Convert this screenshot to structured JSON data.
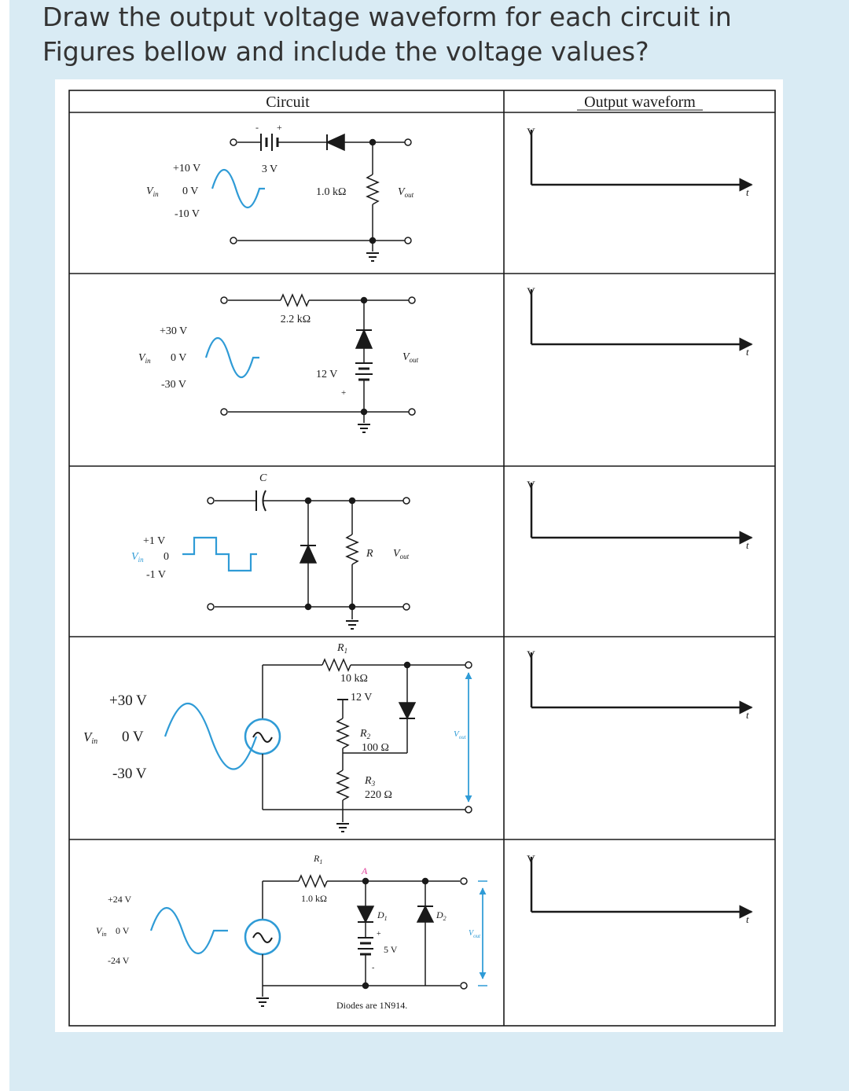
{
  "question": {
    "line1": "Draw the output voltage waveform for each circuit in",
    "line2": "Figures bellow and include the voltage values?"
  },
  "table": {
    "col_circuit": "Circuit",
    "col_output": "Output waveform"
  },
  "axes": {
    "y_label": "V",
    "x_label": "t"
  },
  "rows": [
    {
      "amp_pos": "+10 V",
      "amp_zero": "0 V",
      "amp_neg": "-10 V",
      "vin": "V",
      "vin_sub": "in",
      "battery": "3 V",
      "battery_minus": "-",
      "battery_plus": "+",
      "resistor": "1.0 kΩ",
      "vout": "V",
      "vout_sub": "out"
    },
    {
      "amp_pos": "+30 V",
      "amp_zero": "0 V",
      "amp_neg": "-30 V",
      "vin": "V",
      "vin_sub": "in",
      "resistor": "2.2 kΩ",
      "battery": "12 V",
      "battery_plus": "+",
      "vout": "V",
      "vout_sub": "out"
    },
    {
      "amp_pos": "+1 V",
      "amp_zero": "0",
      "amp_neg": "-1 V",
      "vin": "V",
      "vin_sub": "in",
      "capacitor": "C",
      "resistor": "R",
      "vout": "V",
      "vout_sub": "out"
    },
    {
      "amp_pos": "+30 V",
      "amp_zero": "0 V",
      "amp_neg": "-30 V",
      "vin": "V",
      "vin_sub": "in",
      "r1": "R",
      "r1_sub": "1",
      "r1_value": "10 kΩ",
      "battery": "12 V",
      "r2": "R",
      "r2_sub": "2",
      "r2_value": "100 Ω",
      "r3": "R",
      "r3_sub": "3",
      "r3_value": "220 Ω",
      "vout": "V",
      "vout_sub": "out"
    },
    {
      "amp_pos": "+24 V",
      "amp_zero": "0 V",
      "amp_neg": "-24 V",
      "vin": "V",
      "vin_sub": "in",
      "r1": "R",
      "r1_sub": "1",
      "r1_value": "1.0 kΩ",
      "node": "A",
      "d1": "D",
      "d1_sub": "1",
      "d2": "D",
      "d2_sub": "2",
      "battery": "5 V",
      "battery_plus": "+",
      "battery_minus": "-",
      "note": "Diodes are 1N914.",
      "vout": "V",
      "vout_sub": "out"
    }
  ],
  "colors": {
    "waveform": "#2f9bd6",
    "ink": "#1a1a1a",
    "text": "#333333",
    "background": "#d9ebf4",
    "node_label": "#e0409a"
  }
}
